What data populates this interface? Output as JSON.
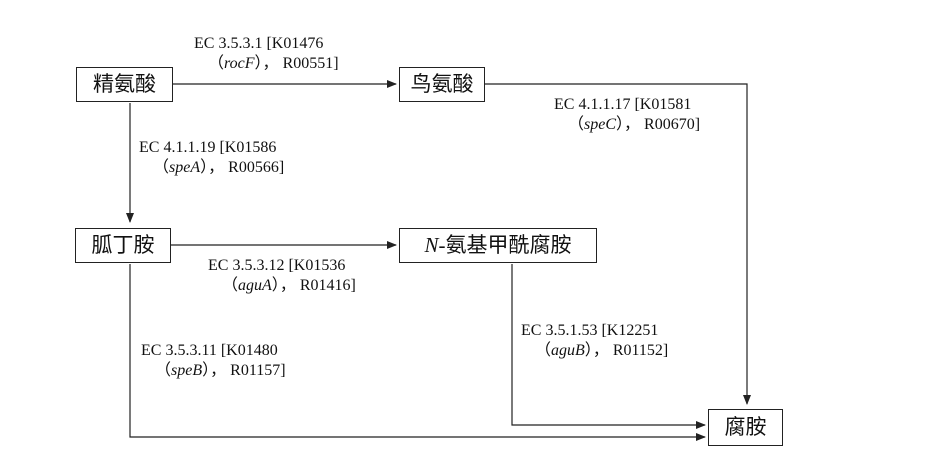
{
  "nodes": {
    "arginine": "精氨酸",
    "ornithine": "鸟氨酸",
    "agmatine": "胍丁胺",
    "carbamoylputrescine_prefix": "N",
    "carbamoylputrescine_rest": "-氨基甲酰腐胺",
    "putrescine": "腐胺"
  },
  "edges": {
    "arg_to_orn": {
      "ec": "EC 3.5.3.1 [K01476",
      "gene": "rocF",
      "rxn": "R00551]"
    },
    "orn_to_put": {
      "ec": "EC 4.1.1.17 [K01581",
      "gene": "speC",
      "rxn": "R00670]"
    },
    "arg_to_agm": {
      "ec": "EC 4.1.1.19 [K01586",
      "gene": "speA",
      "rxn": "R00566]"
    },
    "agm_to_ncp": {
      "ec": "EC 3.5.3.12 [K01536",
      "gene": "aguA",
      "rxn": "R01416]"
    },
    "ncp_to_put": {
      "ec": "EC 3.5.1.53 [K12251",
      "gene": "aguB",
      "rxn": "R01152]"
    },
    "agm_to_put": {
      "ec": "EC 3.5.3.11 [K01480",
      "gene": "speB",
      "rxn": "R01157]"
    }
  },
  "punct": {
    "open": "（",
    "close": "）",
    "sep": "，"
  }
}
